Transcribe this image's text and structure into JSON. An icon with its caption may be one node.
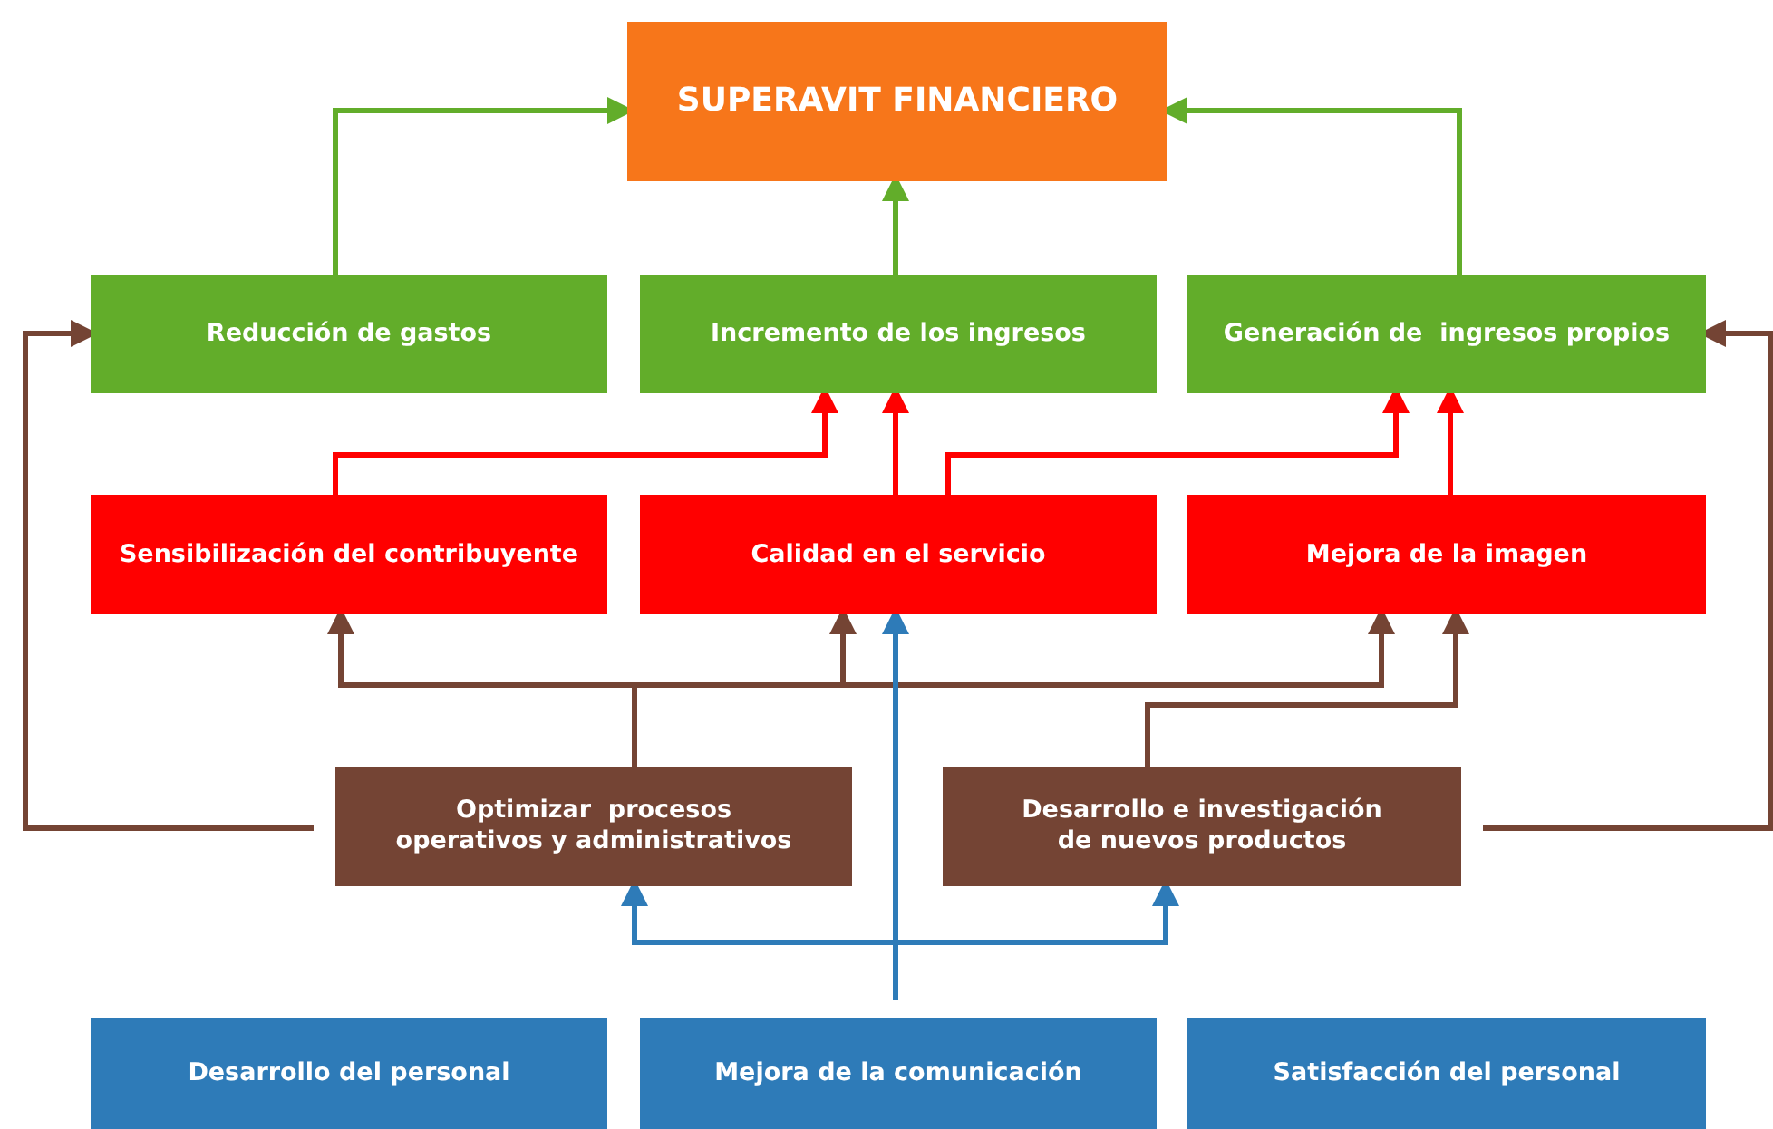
{
  "diagram": {
    "nodes": [
      {
        "text": [
          "SUPERAVIT FINANCIERO"
        ]
      },
      {
        "text": [
          "Reducción de gastos"
        ]
      },
      {
        "text": [
          "Incremento de los ingresos"
        ]
      },
      {
        "text": [
          "Generación de  ingresos propios"
        ]
      },
      {
        "text": [
          "Sensibilización del contribuyente"
        ]
      },
      {
        "text": [
          "Calidad en el servicio"
        ]
      },
      {
        "text": [
          "Mejora de la imagen"
        ]
      },
      {
        "text": [
          "Optimizar  procesos operativos y administrativos"
        ]
      },
      {
        "text": [
          "Desarrollo e investigación de nuevos productos"
        ]
      },
      {
        "text": [
          "Desarrollo del personal"
        ]
      },
      {
        "text": [
          "Mejora de la comunicación"
        ]
      },
      {
        "text": [
          "Satisfacción del personal"
        ]
      }
    ],
    "edges": [
      {
        "from": 1,
        "to": 0,
        "arrow": "to",
        "color": "#62ad2a"
      },
      {
        "from": 2,
        "to": 0,
        "arrow": "to",
        "color": "#62ad2a"
      },
      {
        "from": 3,
        "to": 0,
        "arrow": "to",
        "color": "#62ad2a"
      },
      {
        "from": 4,
        "to": 2,
        "arrow": "to",
        "color": "#ff0000"
      },
      {
        "from": 5,
        "to": 2,
        "arrow": "to",
        "color": "#ff0000"
      },
      {
        "from": 5,
        "to": 3,
        "arrow": "to",
        "color": "#ff0000"
      },
      {
        "from": 6,
        "to": 3,
        "arrow": "to",
        "color": "#ff0000"
      },
      {
        "from": 7,
        "to": 4,
        "arrow": "to"
      },
      {
        "from": 7,
        "to": 5,
        "arrow": "to"
      },
      {
        "from": 7,
        "to": 6,
        "arrow": "to"
      },
      {
        "from": 8,
        "to": 6,
        "arrow": "to"
      },
      {
        "from": 7,
        "to": 1,
        "arrow": "to"
      },
      {
        "from": 8,
        "to": 3,
        "arrow": "to"
      },
      {
        "from": 10,
        "to": 5,
        "arrow": "to",
        "color": "#2e7bb8"
      },
      {
        "from": 10,
        "to": 7,
        "arrow": "to",
        "color": "#2e7bb8"
      },
      {
        "from": 10,
        "to": 8,
        "arrow": "to",
        "color": "#2e7bb8"
      }
    ]
  }
}
